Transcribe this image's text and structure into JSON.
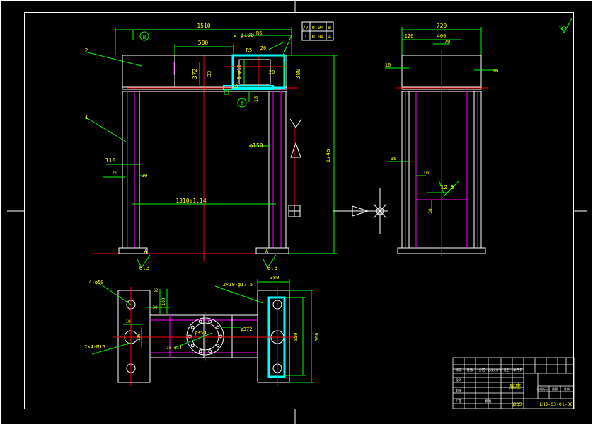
{
  "colors": {
    "background": "#000000",
    "frame": "#ffffff",
    "dimension": "#00ff00",
    "center": "#ff0000",
    "outline": "#ffffff",
    "hidden": "#ff00ff",
    "hatch": "#00ffff",
    "label": "#ffff00"
  },
  "front_view": {
    "dims": {
      "overall_width": "1510",
      "beam_opening": "500",
      "hole_spec": "2-φ100",
      "small_radius": "R6",
      "dim_r": "R5",
      "top_small": "20",
      "beam_height": "372",
      "inner_h": "33",
      "inner_dia": "3-φ12",
      "plate_h": "380",
      "weld_h": "18",
      "weld_w": "20",
      "overall_height": "1746",
      "leg_width": "110",
      "leg_off": "20",
      "leg_gap": "20",
      "pipe_dia": "φ150",
      "span": "1310±1.14"
    },
    "surface_marks": [
      "6.3",
      "6.3"
    ],
    "callouts": [
      "2",
      "1"
    ],
    "section_marks": [
      "A",
      "A",
      "A"
    ]
  },
  "tolerance_box": {
    "rows": [
      {
        "symbol": "//",
        "value": "0.04",
        "datum": "B"
      },
      {
        "symbol": "⊥",
        "value": "0.04",
        "datum": "A"
      }
    ]
  },
  "side_view": {
    "dims": {
      "overall_width": "720",
      "left_offset": "126",
      "inner_width": "400",
      "center_w": "70",
      "left_thk": "16",
      "right_thk": "16",
      "mid_left": "16",
      "mid_inner": "16",
      "flange_ra": "12.5",
      "low_small": "30"
    }
  },
  "plan_view": {
    "dims": {
      "left_holes": "4-φ50",
      "left_h1": "62",
      "left_h2": "30",
      "left_mid": "100",
      "left_small": "10",
      "left_dia": "130",
      "bolt_spec": "2×4-M16",
      "center_pcd": "φ350",
      "center_bolts": "10-φ14",
      "center_inner": "φ372",
      "right_holes": "2×10-φ17.5",
      "right_width": "380",
      "right_inner_h": "550",
      "right_outer_h": "660"
    }
  },
  "title_block": {
    "part_name": "底座",
    "material": "Q235",
    "drawing_no": "LHJ-03-01-00",
    "header_cells": [
      "标记",
      "处数",
      "分区",
      "更改文件号",
      "签名",
      "年月日"
    ],
    "role_cells": [
      "设计",
      "审核",
      "工艺",
      "批准"
    ],
    "right_cells": [
      "阶段标记",
      "重量",
      "比例"
    ]
  },
  "roughness_mark": "√"
}
